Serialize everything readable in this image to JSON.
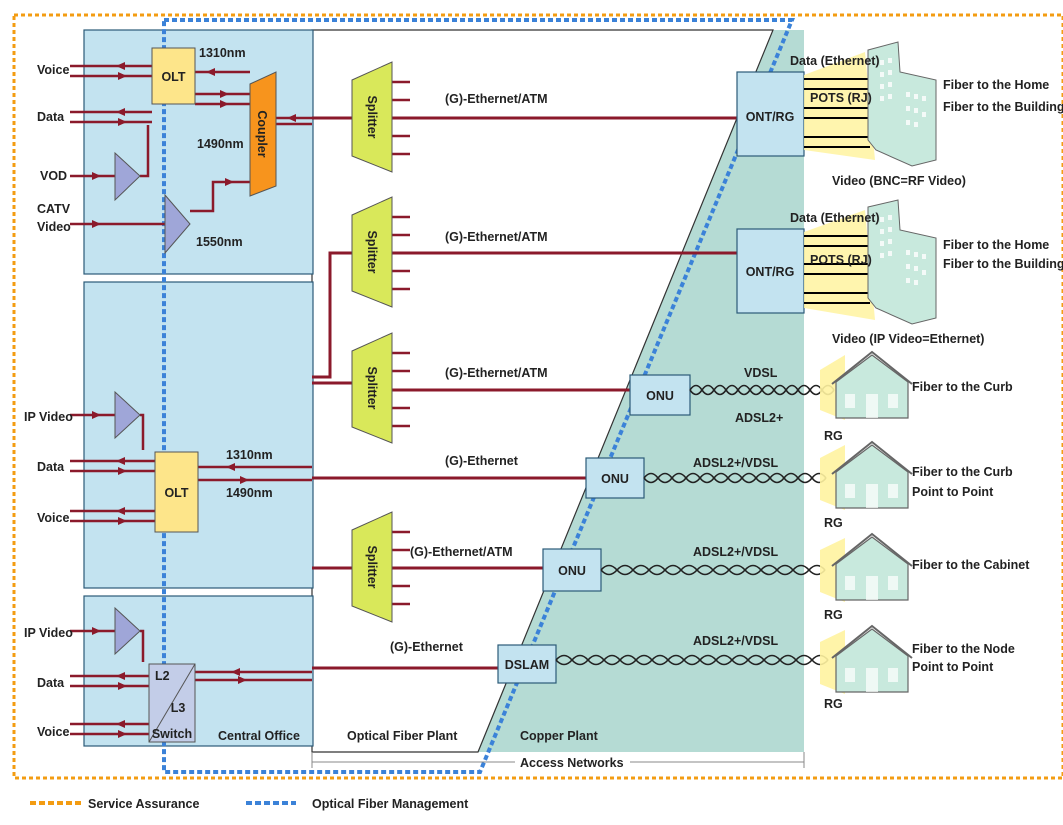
{
  "colors": {
    "service_assurance": "#f39c12",
    "optical_mgmt": "#3b82d8",
    "fiber_line": "#8b1a2b",
    "co_box_fill": "#c3e3f0",
    "co_box_stroke": "#2b5a77",
    "olt_fill": "#fde58a",
    "coupler_fill": "#f7941d",
    "splitter_fill": "#d9e85a",
    "amp_fill": "#9fa6d8",
    "copper_fill": "#a8d5cd",
    "building_fill": "#c8e9dd",
    "glow": "#fff3a0"
  },
  "icons": {
    "amplifier": "triangle-amplifier-icon",
    "splitter": "trapezoid-splitter-icon",
    "building": "office-building-icon",
    "house": "house-icon",
    "twisted_pair": "twisted-pair-icon"
  },
  "central_office": {
    "olt_top": "OLT",
    "olt_mid": "OLT",
    "coupler": "Coupler",
    "switch_top": "L2",
    "switch_bottom": "L3",
    "switch_label": "Switch",
    "label": "Central Office",
    "inputs_top": [
      "Voice",
      "Data",
      "VOD",
      "CATV",
      "Video"
    ],
    "inputs_mid": [
      "IP Video",
      "Data",
      "Voice"
    ],
    "inputs_bottom": [
      "IP Video",
      "Data",
      "Voice"
    ],
    "wavelengths_top": [
      "1310nm",
      "1490nm",
      "1550nm"
    ],
    "wavelengths_mid": [
      "1310nm",
      "1490nm"
    ]
  },
  "plant": {
    "splitter_label": "Splitter",
    "optical": "Optical Fiber Plant",
    "copper": "Copper Plant",
    "access": "Access Networks"
  },
  "links": [
    "(G)-Ethernet/ATM",
    "(G)-Ethernet/ATM",
    "(G)-Ethernet/ATM",
    "(G)-Ethernet",
    "(G)-Ethernet/ATM",
    "(G)-Ethernet"
  ],
  "devices": {
    "ont": "ONT/RG",
    "onu": "ONU",
    "dslam": "DSLAM",
    "rg": "RG"
  },
  "premises": {
    "data_eth": "Data (Ethernet)",
    "pots": "POTS (RJ)",
    "video1": "Video (BNC=RF Video)",
    "video2": "Video (IP Video=Ethernet)",
    "ftth1": "Fiber to the Home",
    "fttb1": "Fiber to the Building",
    "ftth2": "Fiber to the Home",
    "fttb2": "Fiber to the Building",
    "vdsl": "VDSL",
    "adsl2": "ADSL2+",
    "adsl_vdsl": "ADSL2+/VDSL",
    "fttc": "Fiber to the Curb",
    "fttc2": "Fiber to the Curb",
    "ptp": "Point to Point",
    "fttcab": "Fiber to the Cabinet",
    "fttn": "Fiber to the Node",
    "ptp2": "Point to Point"
  },
  "legend": {
    "service_assurance": "Service Assurance",
    "optical_mgmt": "Optical Fiber Management"
  }
}
